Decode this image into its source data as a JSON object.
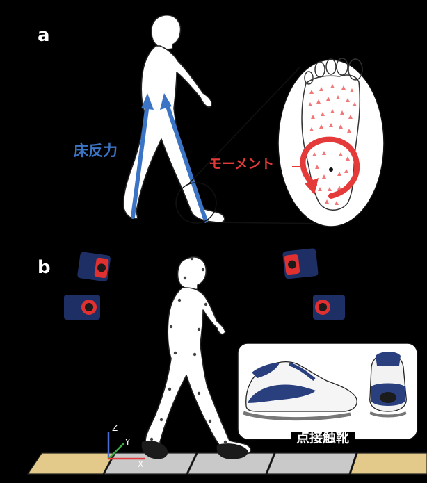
{
  "panels": {
    "a": {
      "label": "a",
      "force_label": "床反力",
      "moment_label": "モーメント"
    },
    "b": {
      "label": "b",
      "shoe_label": "点接触靴"
    }
  },
  "axes": {
    "z": "Z",
    "y": "Y",
    "x": "X"
  },
  "colors": {
    "background": "#000000",
    "figure_fill": "#ffffff",
    "force_arrow": "#3b74c4",
    "moment": "#e53a3a",
    "pressure_points": "#f07878",
    "camera_body": "#1e2f66",
    "camera_accent": "#e03030",
    "shoe_blue": "#2a3f7e",
    "walkway_tan": "#e3c98a",
    "walkway_gray": "#c9c9c9"
  }
}
